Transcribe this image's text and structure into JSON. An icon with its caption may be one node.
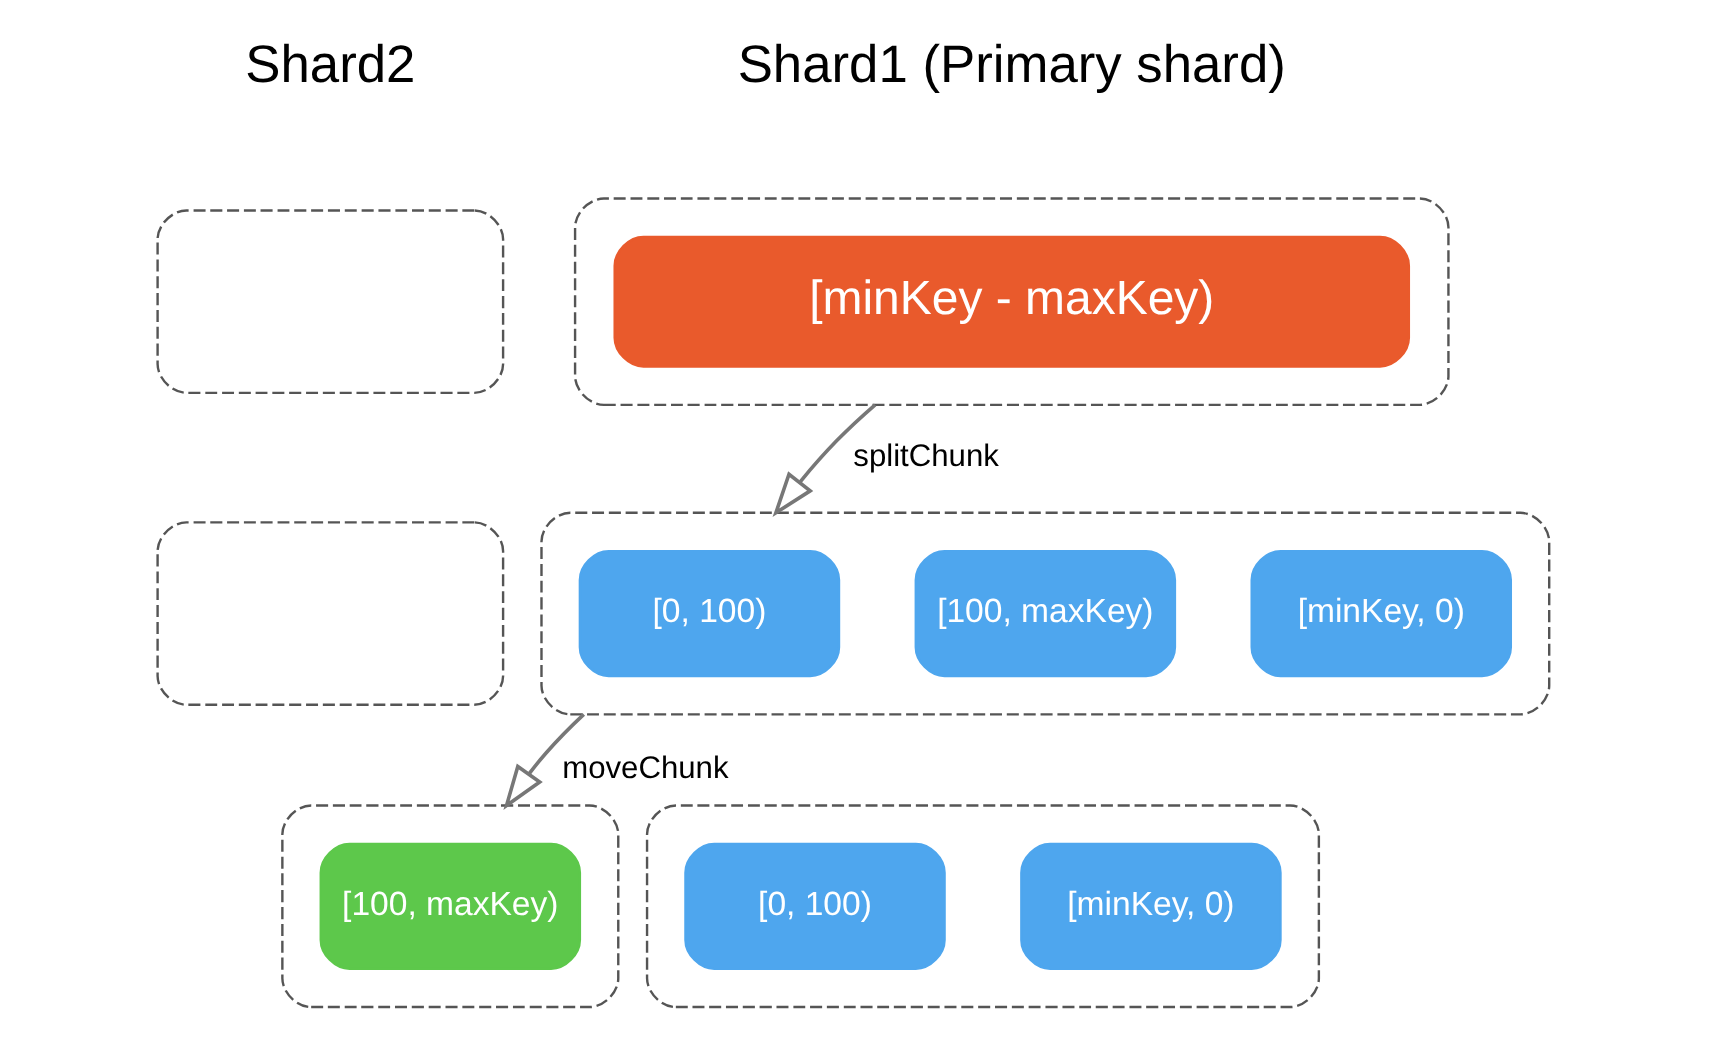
{
  "diagram": {
    "nodes": [
      {
        "text": [],
        "shape": "box"
      },
      {
        "text": [
          "[minKey - maxKey)"
        ],
        "in": 0
      },
      {
        "text": [],
        "shape": "box"
      },
      {
        "text": [],
        "shape": "box"
      },
      {
        "text": [
          "[minKey, 0)"
        ],
        "in": 3
      },
      {
        "text": [
          "[0, 100)"
        ],
        "in": 3
      },
      {
        "text": [
          "[100, maxKey)"
        ],
        "in": 3
      },
      {
        "text": [],
        "shape": "box"
      },
      {
        "text": [],
        "shape": "box"
      },
      {
        "text": [
          "[minKey, 0)"
        ],
        "in": 8
      },
      {
        "text": [
          "[0, 100)"
        ],
        "in": 8
      },
      {
        "text": [],
        "shape": "box"
      },
      {
        "text": [
          "[100, maxKey)"
        ],
        "in": 11
      }
    ],
    "edges": [
      {
        "from": 0,
        "to": 3,
        "arrow": "to",
        "label": "splitChunk"
      },
      {
        "from": 3,
        "to": 11,
        "arrow": "to",
        "label": "moveChunk"
      }
    ],
    "labels": [
      "Shard1 (Primary shard)",
      "Shard2"
    ]
  }
}
